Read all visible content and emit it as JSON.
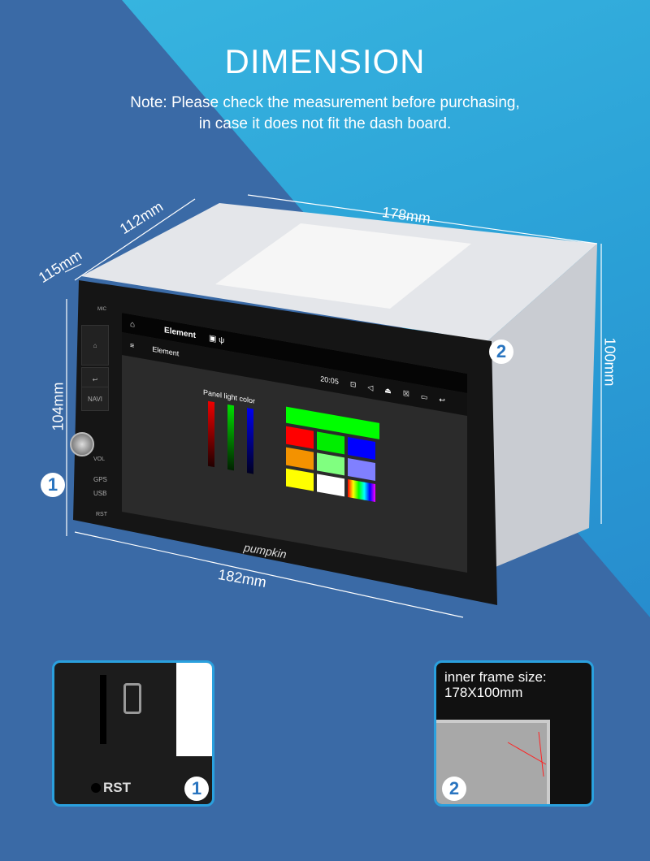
{
  "header": {
    "title": "DIMENSION",
    "note_line1": "Note: Please check the measurement before purchasing,",
    "note_line2": "in case it does not fit the dash board."
  },
  "dimensions": {
    "depth_top": "112mm",
    "depth_side": "115mm",
    "inner_width": "178mm",
    "inner_height": "100mm",
    "outer_height": "104mm",
    "outer_width": "182mm"
  },
  "device": {
    "brand": "pumpkin",
    "buttons": [
      "NAVI",
      "VOL",
      "GPS",
      "USB",
      "RST",
      "MIC"
    ]
  },
  "screen": {
    "app_title": "Element",
    "subtitle": "Element",
    "time": "20:05",
    "panel_label": "Panel light color",
    "sliders": [
      {
        "color": "#e00000",
        "level": 0.05
      },
      {
        "color": "#00d000",
        "level": 1.0
      },
      {
        "color": "#0000e0",
        "level": 0.05
      }
    ],
    "selected_color": "#00ff00",
    "swatches": [
      "#ff0000",
      "#00ee00",
      "#0000ff",
      "#f39200",
      "#80ff80",
      "#8080ff",
      "#ffff00",
      "#ffffff",
      "rainbow"
    ]
  },
  "callouts": {
    "one": "1",
    "two": "2"
  },
  "insets": {
    "inset1_label": "RST",
    "inset2_text_line1": "inner frame size:",
    "inset2_text_line2": "178X100mm"
  }
}
